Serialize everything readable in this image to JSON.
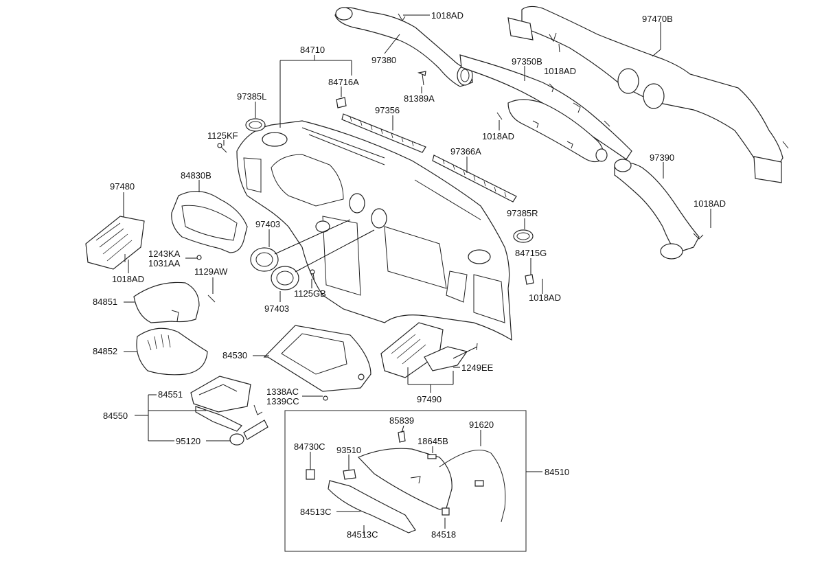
{
  "diagram": {
    "labels": {
      "l_1018AD_top": "1018AD",
      "l_97470B": "97470B",
      "l_84710": "84710",
      "l_97380": "97380",
      "l_97350B": "97350B",
      "l_1018AD_b": "1018AD",
      "l_84716A": "84716A",
      "l_97385L": "97385L",
      "l_81389A": "81389A",
      "l_97356": "97356",
      "l_1125KF": "1125KF",
      "l_1018AD_c": "1018AD",
      "l_97366A": "97366A",
      "l_97390": "97390",
      "l_84830B": "84830B",
      "l_97480": "97480",
      "l_1018AD_d": "1018AD",
      "l_97385R": "97385R",
      "l_97403_a": "97403",
      "l_1243KA": "1243KA",
      "l_1031AA": "1031AA",
      "l_84715G": "84715G",
      "l_1018AD_e": "1018AD",
      "l_1129AW": "1129AW",
      "l_1018AD_f": "1018AD",
      "l_84851": "84851",
      "l_1125GB": "1125GB",
      "l_97403_b": "97403",
      "l_84852": "84852",
      "l_84530": "84530",
      "l_1249EE": "1249EE",
      "l_84551": "84551",
      "l_1338AC": "1338AC",
      "l_1339CC": "1339CC",
      "l_97490": "97490",
      "l_84550": "84550",
      "l_85839": "85839",
      "l_91620": "91620",
      "l_95120": "95120",
      "l_84730C": "84730C",
      "l_93510": "93510",
      "l_18645B": "18645B",
      "l_84510": "84510",
      "l_84513C_a": "84513C",
      "l_84518": "84518",
      "l_84513C_b": "84513C"
    }
  }
}
